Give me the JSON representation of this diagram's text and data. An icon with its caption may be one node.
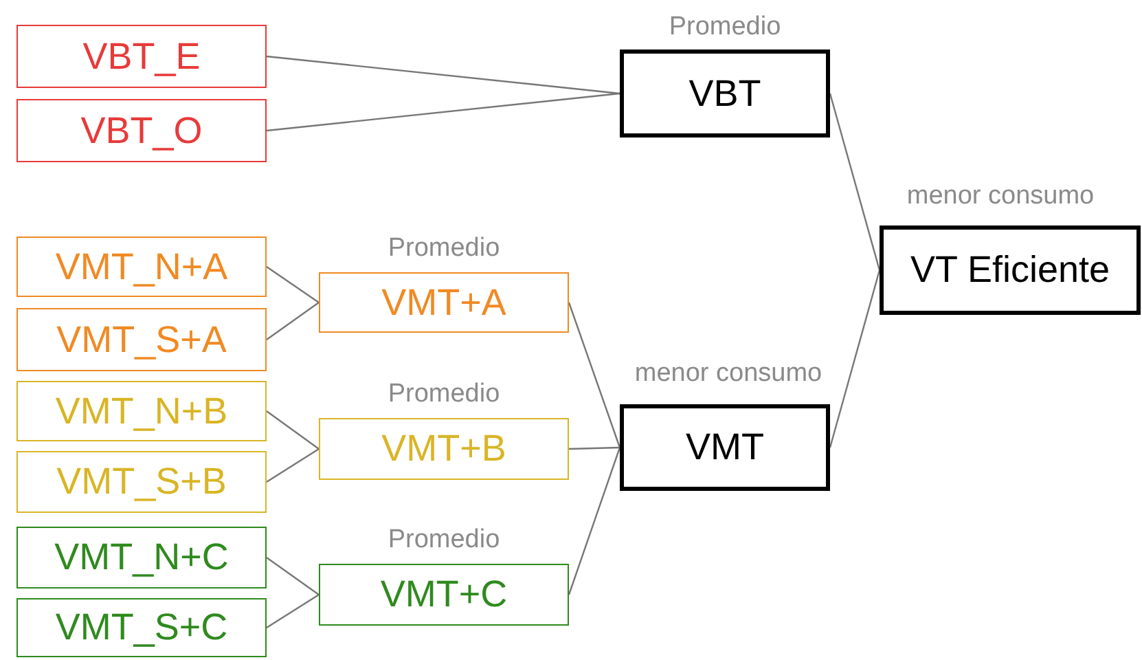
{
  "diagram": {
    "nodes": [
      {
        "text": [
          "VBT_E"
        ]
      },
      {
        "text": [
          "VBT_O"
        ]
      },
      {
        "text": [
          "VBT"
        ],
        "beside": [
          "Promedio"
        ]
      },
      {
        "text": [
          "VMT_N+A"
        ]
      },
      {
        "text": [
          "VMT_S+A"
        ]
      },
      {
        "text": [
          "VMT+A"
        ],
        "beside": [
          "Promedio"
        ]
      },
      {
        "text": [
          "VMT_N+B"
        ]
      },
      {
        "text": [
          "VMT_S+B"
        ]
      },
      {
        "text": [
          "VMT+B"
        ],
        "beside": [
          "Promedio"
        ]
      },
      {
        "text": [
          "VMT_N+C"
        ]
      },
      {
        "text": [
          "VMT_S+C"
        ]
      },
      {
        "text": [
          "VMT+C"
        ],
        "beside": [
          "Promedio"
        ]
      },
      {
        "text": [
          "VMT"
        ],
        "beside": [
          "menor consumo"
        ]
      },
      {
        "text": [
          "VT Eficiente"
        ],
        "beside": [
          "menor consumo"
        ]
      }
    ],
    "edges": [
      {
        "from": 0,
        "to": 2,
        "arrow": "none"
      },
      {
        "from": 1,
        "to": 2,
        "arrow": "none"
      },
      {
        "from": 3,
        "to": 5,
        "arrow": "none"
      },
      {
        "from": 4,
        "to": 5,
        "arrow": "none"
      },
      {
        "from": 6,
        "to": 8,
        "arrow": "none"
      },
      {
        "from": 7,
        "to": 8,
        "arrow": "none"
      },
      {
        "from": 9,
        "to": 11,
        "arrow": "none"
      },
      {
        "from": 10,
        "to": 11,
        "arrow": "none"
      },
      {
        "from": 5,
        "to": 12,
        "arrow": "none"
      },
      {
        "from": 8,
        "to": 12,
        "arrow": "none"
      },
      {
        "from": 11,
        "to": 12,
        "arrow": "none"
      },
      {
        "from": 2,
        "to": 13,
        "arrow": "none"
      },
      {
        "from": 12,
        "to": 13,
        "arrow": "none"
      }
    ]
  }
}
